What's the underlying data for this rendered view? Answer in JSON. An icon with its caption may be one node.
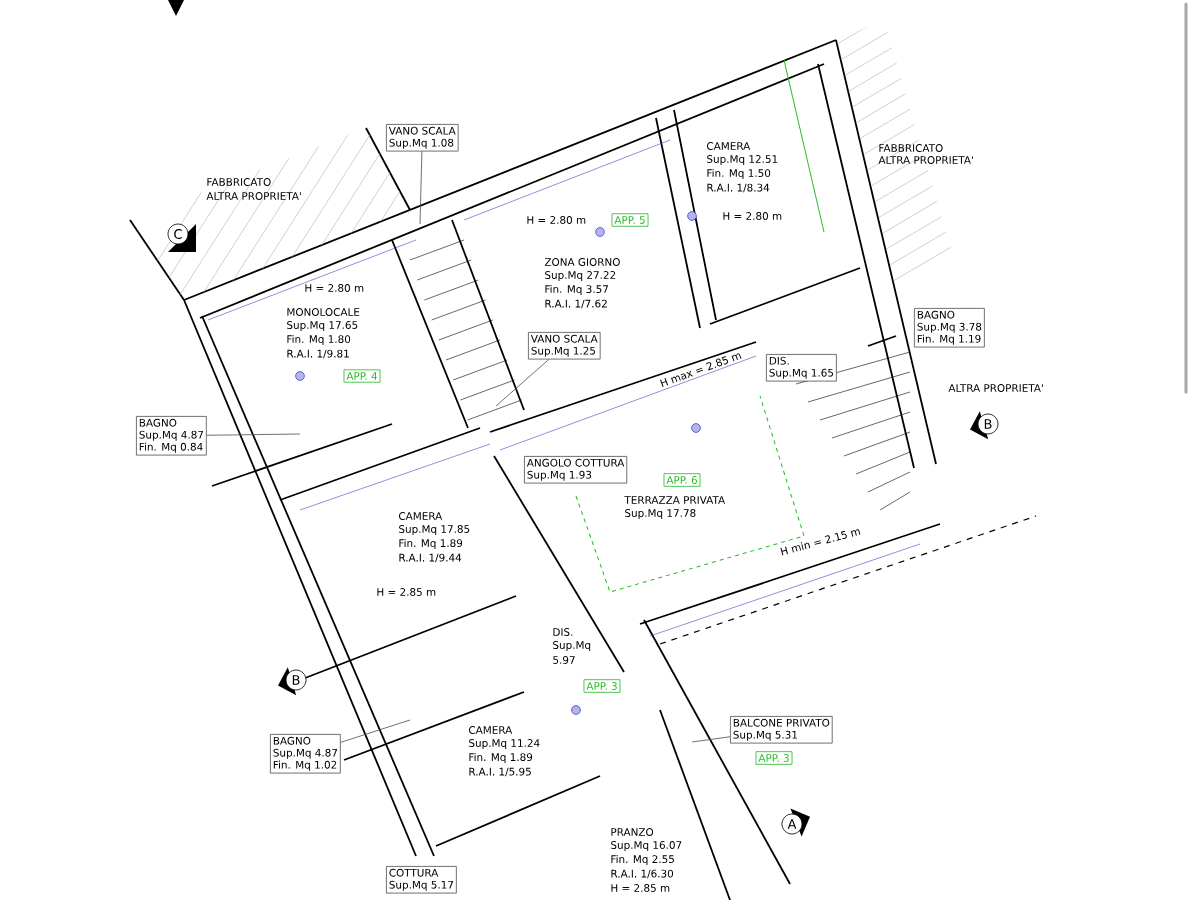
{
  "diagram": {
    "nodes": [
      {
        "text": [
          "VANO SCALA",
          "Sup.Mq 1.08"
        ]
      },
      {
        "text": [
          "BAGNO",
          "Sup.Mq 4.87",
          "Fin. Mq 0.84"
        ]
      },
      {
        "text": [
          "APP. 4"
        ]
      },
      {
        "text": [
          "APP. 5"
        ]
      },
      {
        "text": [
          "VANO SCALA",
          "Sup.Mq 1.25"
        ]
      },
      {
        "text": [
          "DIS.",
          "Sup.Mq 1.65"
        ]
      },
      {
        "text": [
          "BAGNO",
          "Sup.Mq 3.78",
          "Fin. Mq 1.19"
        ]
      },
      {
        "text": [
          "ANGOLO COTTURA",
          "Sup.Mq 1.93"
        ]
      },
      {
        "text": [
          "APP. 6"
        ]
      },
      {
        "text": [
          "APP. 3"
        ]
      },
      {
        "text": [
          "BAGNO",
          "Sup.Mq 4.87",
          "Fin. Mq 1.02"
        ]
      },
      {
        "text": [
          "BALCONE PRIVATO",
          "Sup.Mq 5.31"
        ]
      },
      {
        "text": [
          "APP. 3"
        ]
      },
      {
        "text": [
          "COTTURA",
          "Sup.Mq 5.17"
        ]
      }
    ],
    "edges": [
      {
        "from": 0,
        "to": null,
        "arrow": "none"
      },
      {
        "from": 1,
        "to": null,
        "arrow": "none"
      },
      {
        "from": 4,
        "to": null,
        "arrow": "none"
      },
      {
        "from": 10,
        "to": null,
        "arrow": "none"
      },
      {
        "from": 11,
        "to": null,
        "arrow": "none"
      }
    ],
    "labels": [
      "FABBRICATO",
      "ALTRA PROPRIETA'",
      "C",
      "H = 2.80 m",
      "MONOLOCALE",
      "Sup.Mq 17.65",
      "Fin. Mq 1.80",
      "R.A.I. 1/9.81",
      "H = 2.80 m",
      "ZONA GIORNO",
      "Sup.Mq 27.22",
      "Fin. Mq 3.57",
      "R.A.I. 1/7.62",
      "CAMERA",
      "Sup.Mq 12.51",
      "Fin. Mq 1.50",
      "R.A.I. 1/8.34",
      "H = 2.80 m",
      "FABBRICATO",
      "ALTRA PROPRIETA'",
      "ALTRA PROPRIETA'",
      "B",
      "H max = 2.85 m",
      "TERRAZZA PRIVATA",
      "Sup.Mq 17.78",
      "H min = 2.15 m",
      "CAMERA",
      "Sup.Mq 17.85",
      "Fin. Mq 1.89",
      "R.A.I. 1/9.44",
      "H = 2.85 m",
      "B",
      "DIS.",
      "Sup.Mq",
      "5.97",
      "CAMERA",
      "Sup.Mq 11.24",
      "Fin. Mq 1.89",
      "R.A.I. 1/5.95",
      "PRANZO",
      "Sup.Mq 16.07",
      "Fin. Mq 2.55",
      "R.A.I. 1/6.30",
      "A",
      "H = 2.85 m"
    ]
  }
}
